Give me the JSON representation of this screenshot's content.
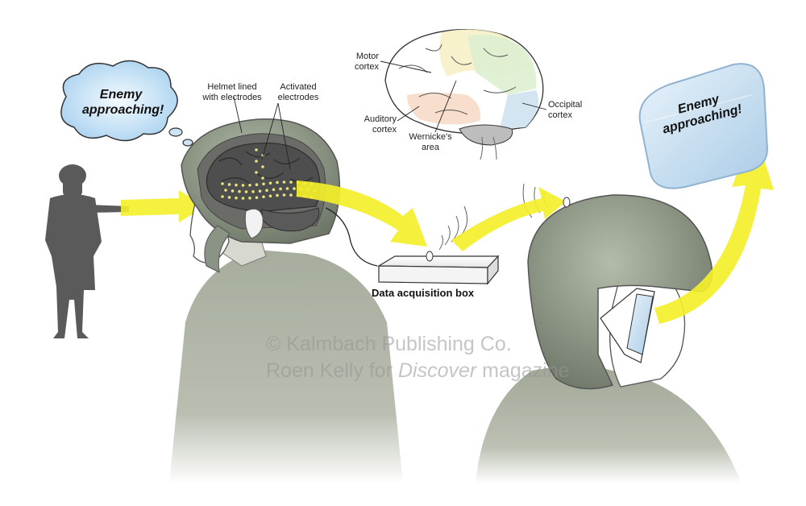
{
  "thought_bubble_left": {
    "line1": "Enemy",
    "line2": "approaching!"
  },
  "display_right": {
    "line1": "Enemy",
    "line2": "approaching!"
  },
  "labels": {
    "helmet_lined": {
      "line1": "Helmet lined",
      "line2": "with electrodes"
    },
    "activated": {
      "line1": "Activated",
      "line2": "electrodes"
    },
    "motor_cortex": {
      "line1": "Motor",
      "line2": "cortex"
    },
    "auditory_cortex": {
      "line1": "Auditory",
      "line2": "cortex"
    },
    "wernickes_area": {
      "line1": "Wernicke's",
      "line2": "area"
    },
    "occipital_cortex": {
      "line1": "Occipital",
      "line2": "cortex"
    },
    "data_box": "Data acquisition box"
  },
  "watermark": {
    "line1": "© Kalmbach Publishing Co.",
    "line2_prefix": "Roen Kelly for ",
    "line2_italic": "Discover",
    "line2_suffix": " magazine"
  },
  "colors": {
    "arrow_yellow": "#f3ef2a",
    "helmet_green": "#8a9384",
    "jacket_green": "#a3aa98",
    "bubble_blue": "#cfe5f5",
    "brain_dark": "#4e4e4e",
    "electrode_yellow": "#e8e27a"
  }
}
